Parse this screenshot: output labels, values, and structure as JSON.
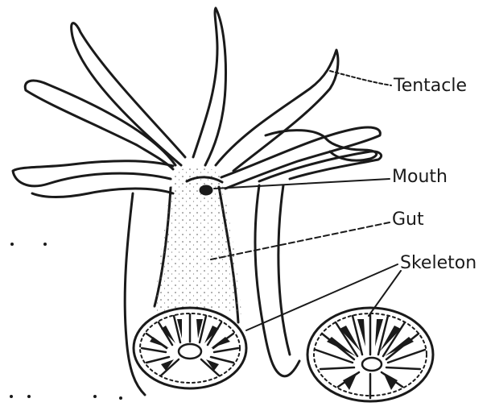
{
  "labels": {
    "tentacle": "Tentacle",
    "mouth": "Mouth",
    "gut": "Gut",
    "skeleton": "Skeleton"
  },
  "colors": {
    "ink": "#1a1a1a",
    "background": "#ffffff"
  }
}
